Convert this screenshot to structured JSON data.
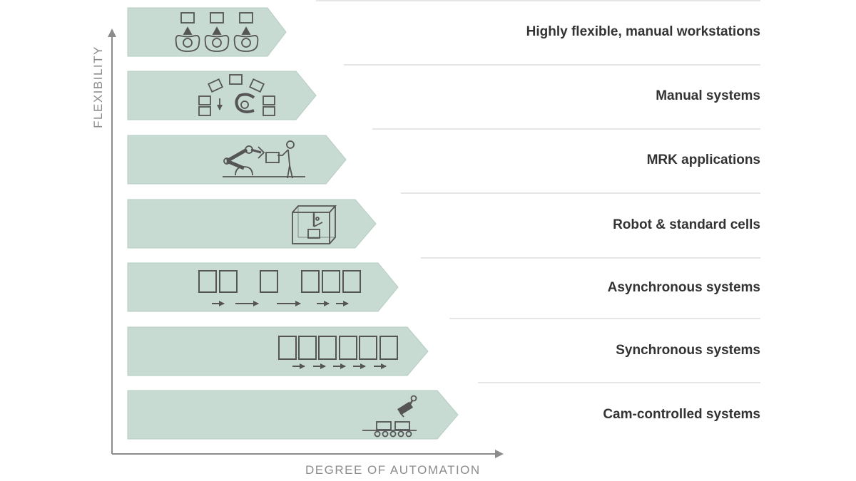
{
  "axes": {
    "y_label": "FLEXIBILITY",
    "x_label": "DEGREE OF AUTOMATION"
  },
  "rows": [
    {
      "label": "Highly flexible, manual workstations",
      "icon": "three-workers-at-stations-icon"
    },
    {
      "label": "Manual systems",
      "icon": "u-shaped-manual-cell-icon"
    },
    {
      "label": "MRK applications",
      "icon": "human-robot-collaboration-icon"
    },
    {
      "label": "Robot & standard cells",
      "icon": "robot-cell-enclosure-icon"
    },
    {
      "label": "Asynchronous systems",
      "icon": "asynchronous-stations-icon"
    },
    {
      "label": "Synchronous systems",
      "icon": "synchronous-stations-icon"
    },
    {
      "label": "Cam-controlled systems",
      "icon": "cam-conveyor-icon"
    }
  ],
  "colors": {
    "arrow_fill": "#c8dbd3",
    "arrow_stroke": "#b5ccc2",
    "icon": "#555555",
    "axis": "#8c8c8c",
    "divider": "#d8d8d8",
    "label_text": "#333333"
  }
}
